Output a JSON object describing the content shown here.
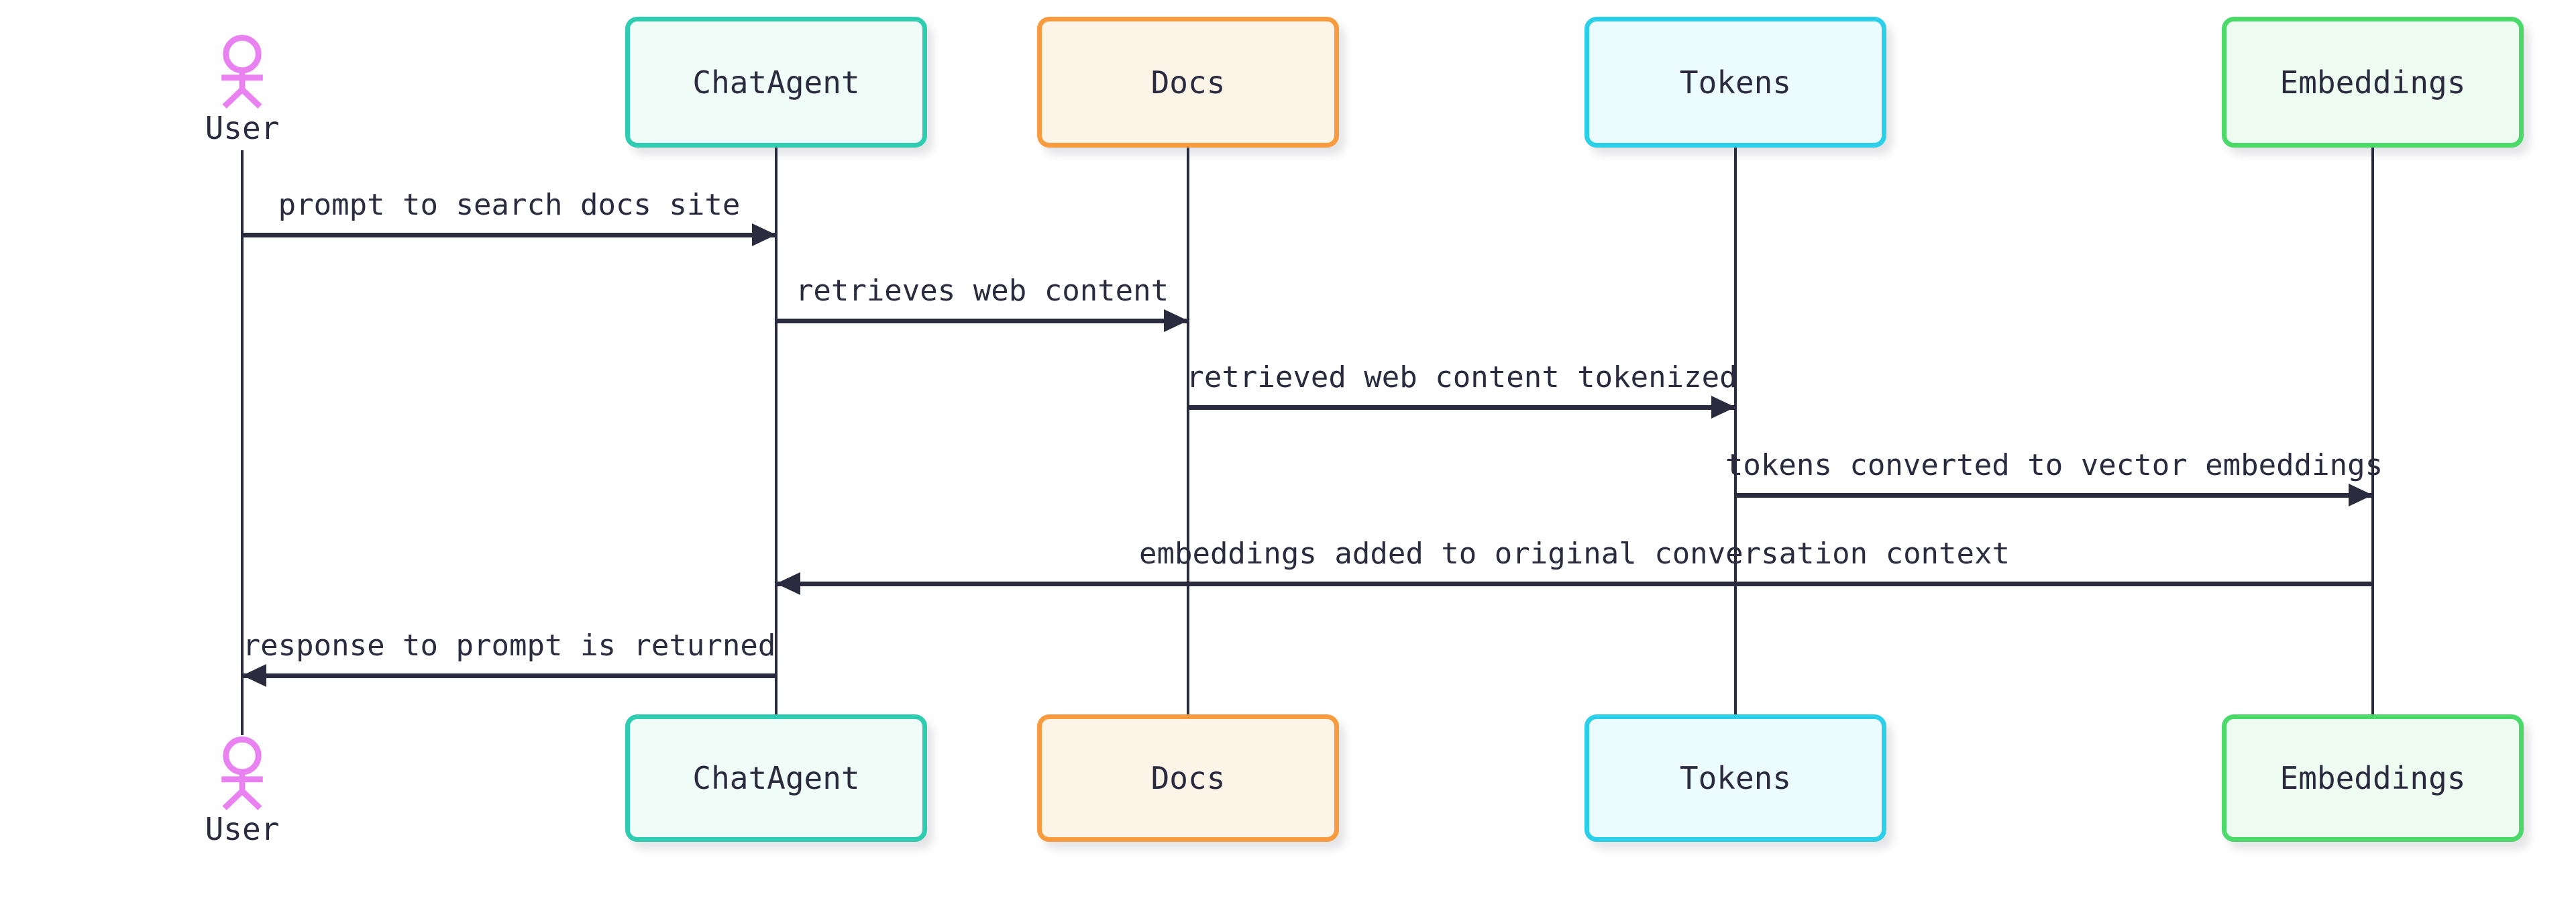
{
  "diagram": {
    "type": "sequence-diagram",
    "background_color": "#ffffff",
    "line_color": "#2b2b3f",
    "text_color": "#2b2b3f",
    "actors": [
      {
        "id": "user",
        "label": "User",
        "kind": "actor",
        "figure": "stick-person",
        "color": "#e981f1"
      },
      {
        "id": "chatagent",
        "label": "ChatAgent",
        "kind": "participant",
        "border_color": "#2fccb1",
        "fill_color": "#effcf8"
      },
      {
        "id": "docs",
        "label": "Docs",
        "kind": "participant",
        "border_color": "#f89a3e",
        "fill_color": "#fdf4e8"
      },
      {
        "id": "tokens",
        "label": "Tokens",
        "kind": "participant",
        "border_color": "#2bd0e8",
        "fill_color": "#ebfbfe"
      },
      {
        "id": "embeddings",
        "label": "Embeddings",
        "kind": "participant",
        "border_color": "#4bd96a",
        "fill_color": "#eefbf0"
      }
    ],
    "messages": [
      {
        "from": "User",
        "to": "ChatAgent",
        "direction": "right",
        "label": "prompt to search docs site"
      },
      {
        "from": "ChatAgent",
        "to": "Docs",
        "direction": "right",
        "label": "retrieves web content"
      },
      {
        "from": "Docs",
        "to": "Tokens",
        "direction": "right",
        "label": "retrieved web content tokenized"
      },
      {
        "from": "Tokens",
        "to": "Embeddings",
        "direction": "right",
        "label": "tokens converted to vector embeddings"
      },
      {
        "from": "Embeddings",
        "to": "ChatAgent",
        "direction": "left",
        "label": "embeddings added to original conversation context"
      },
      {
        "from": "ChatAgent",
        "to": "User",
        "direction": "left",
        "label": "response to prompt is returned"
      }
    ]
  }
}
